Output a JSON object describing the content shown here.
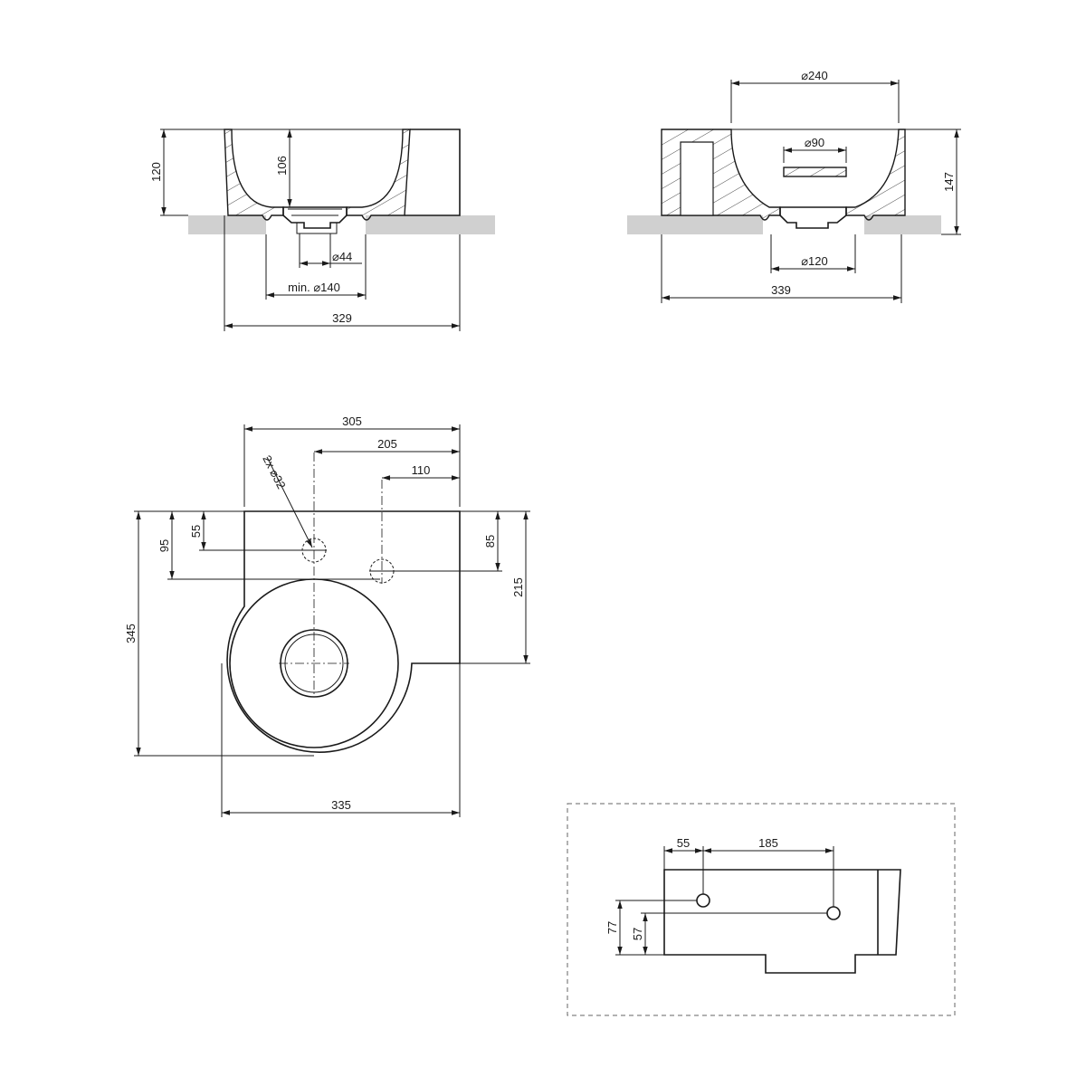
{
  "views": {
    "front_section": {
      "height_total": "120",
      "bowl_depth": "106",
      "waste_diameter": "⌀44",
      "min_cutout": "min. ⌀140",
      "width": "329"
    },
    "side_section": {
      "bowl_diameter": "⌀240",
      "overflow_diameter": "⌀90",
      "height": "147",
      "waste_flange": "⌀120",
      "depth": "339"
    },
    "plan_view": {
      "width_back": "305",
      "hole_offset": "205",
      "tap_offset": "110",
      "tap_holes": "2x ⌀32",
      "hole_y_1": "55",
      "hole_y_2": "95",
      "tap_y": "85",
      "rect_depth": "215",
      "total_depth": "345",
      "total_width": "335"
    },
    "rear_view": {
      "hole_offset_left": "55",
      "hole_spacing": "185",
      "hole_height_1": "77",
      "hole_height_2": "57"
    }
  }
}
